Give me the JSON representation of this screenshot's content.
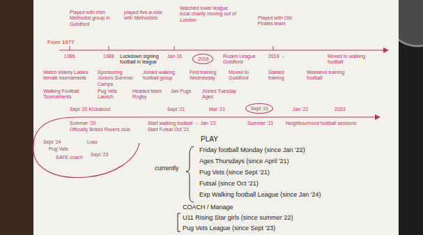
{
  "diagram": {
    "nodes": [
      {
        "text": [
          "2016"
        ]
      },
      {
        "text": [
          "Sept '21"
        ]
      }
    ],
    "labels": [
      "From 1977",
      "Played with Irish Methodist group in Guildford",
      "played five-a-side with Methodists",
      "Watched lower league local charity moving out of London",
      "Played with Old Pirates team",
      "1986",
      "1988",
      "Lockdown signing football in league",
      "Jan 16",
      "Ruskin League Guildford",
      "2019 →",
      "Moved to walking football",
      "Watch elderly Ladies female tournaments",
      "Sponsoring Juniors Summer Camps",
      "Joined walking football group",
      "First training Wednesday",
      "Moved to Guildford",
      "Started training",
      "Weekend training football",
      "Walking Football Tournaments",
      "Pug Vets Launch",
      "Headed team Rugby",
      "Jan Pugs",
      "Joined Tuesday Ages",
      "Sept '20 Kickabout",
      "Sept '21",
      "Mar '21",
      "Jan '22",
      "2023",
      "Summer '20",
      "Officially Bristol Rovers club",
      "Start walking football → Jan '22",
      "Start Futsal Oct '21",
      "Summer '21",
      "Neighbourhood football sessions",
      "Sept '24",
      "Pug Vets",
      "Loss",
      "SAFE coach",
      "Sept '23",
      "PLAY",
      "currently",
      "Friday football Monday (since Jan '22)",
      "Ages Thursdays (since April '21)",
      "Pug Vets (since Sept '21)",
      "Futsal (since Oct '21)",
      "Exp Walking football League (since Jan '24)",
      "COACH / Manage",
      "U11 Rising Star girls (since summer 22)",
      "Pug Vets League (since Sept '23)"
    ]
  }
}
